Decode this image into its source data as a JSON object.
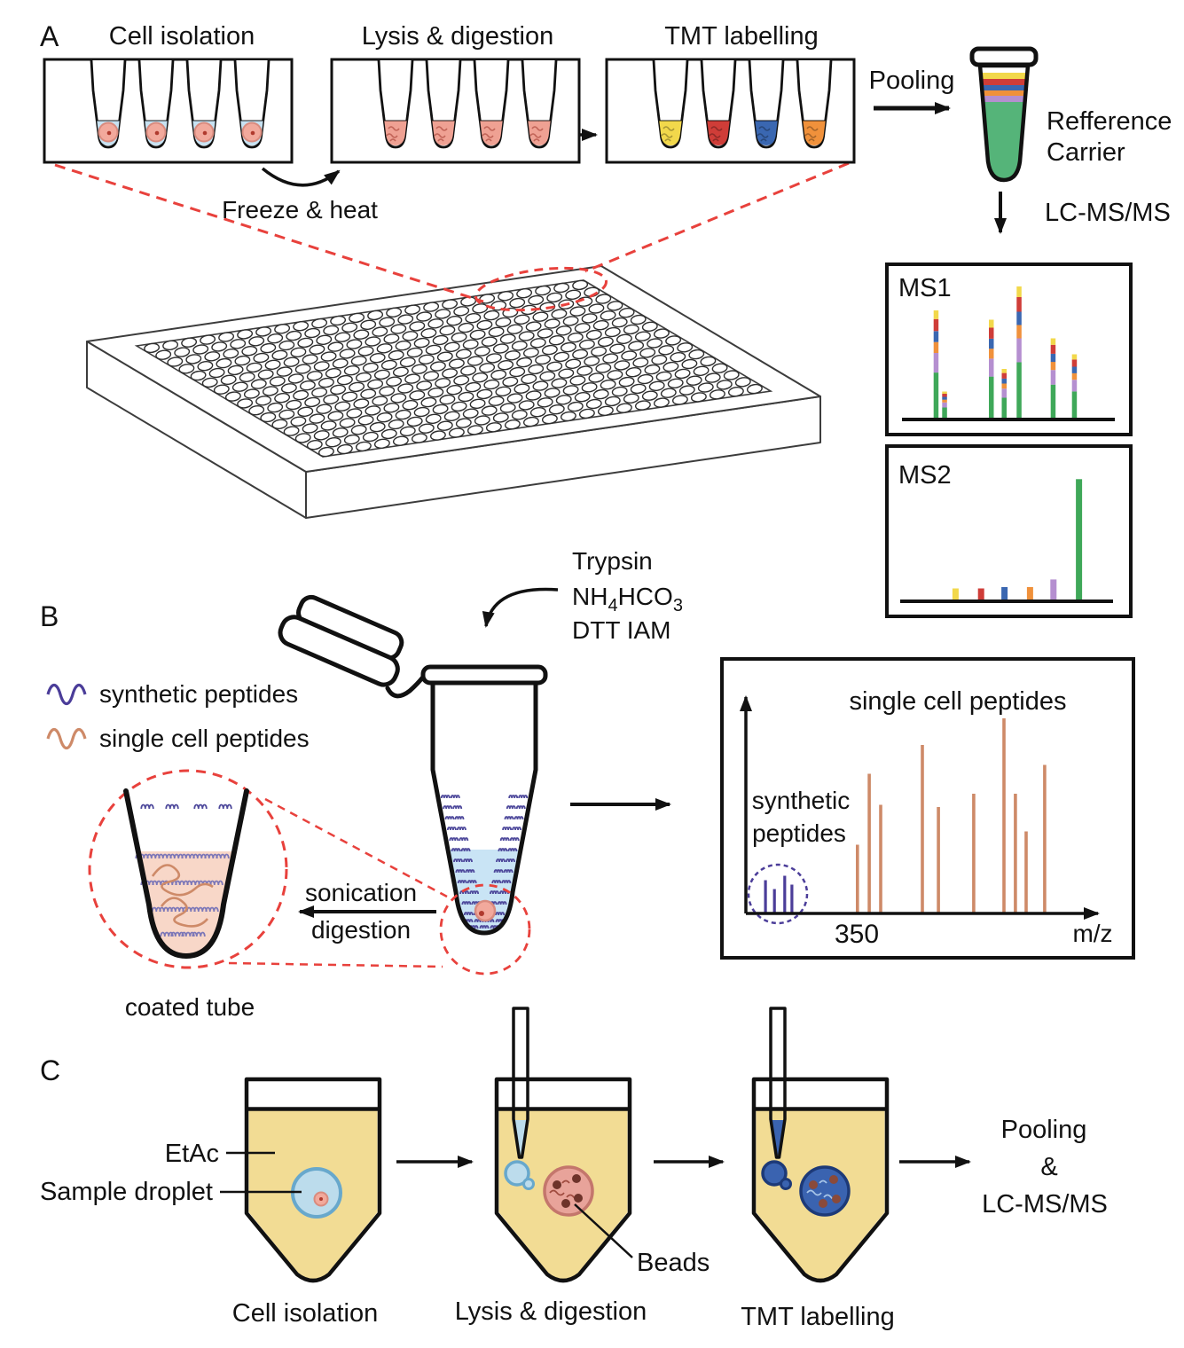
{
  "figure": {
    "type": "single-cell proteomics workflow diagram",
    "background": "#ffffff"
  },
  "panelA": {
    "label": "A",
    "strips": [
      {
        "title": "Cell isolation",
        "tube_fills": [
          "#c7e2f2",
          "#c7e2f2",
          "#c7e2f2",
          "#c7e2f2"
        ],
        "content": "cell"
      },
      {
        "title": "Lysis & digestion",
        "tube_fills": [
          "#efa193",
          "#efa193",
          "#efa193",
          "#efa193"
        ],
        "content": "lysate"
      },
      {
        "title": "TMT labelling",
        "tube_fills": [
          "#f2d84b",
          "#cf3d38",
          "#3a67b1",
          "#f0913b"
        ],
        "content": "lysate"
      }
    ],
    "freeze_heat": "Freeze & heat",
    "pooling": "Pooling",
    "reference_label": "Refference",
    "carrier_label": "Carrier",
    "lcmsms": "LC-MS/MS",
    "colors": {
      "reference": "#b98fd6",
      "carrier": "#3fab55",
      "carrier_fill": "#55b479",
      "red_callout": "#e8413c",
      "pooled_layers": [
        "#f2d84b",
        "#cf3d38",
        "#3a67b1",
        "#f0913b",
        "#b58fd0",
        "#55b479"
      ]
    }
  },
  "panelB": {
    "label": "B",
    "reagent_line1": "Trypsin",
    "nh4hco3_parts": [
      "NH",
      "4",
      "HCO",
      "3"
    ],
    "reagent_line3": "DTT IAM",
    "legend": [
      {
        "label": "synthetic peptides",
        "color": "#4b3d99"
      },
      {
        "label": "single cell peptides",
        "color": "#ce8a68"
      }
    ],
    "sonication": "sonication",
    "digestion": "digestion",
    "coated_tube": "coated tube",
    "colors": {
      "coating_coil": "#4f4a9c",
      "coil_in_liquid": "#7d78b8",
      "tube_liquid": "#c9e4f5",
      "coated_liquid": "#f8d7c8",
      "cell_fill": "#f2a99c",
      "cell_stroke": "#d98b7e"
    }
  },
  "panelC": {
    "label": "C",
    "etac_label": "EtAc",
    "sample_droplet_label": "Sample droplet",
    "beads_label": "Beads",
    "step_labels": [
      "Cell isolation",
      "Lysis & digestion",
      "TMT labelling"
    ],
    "pooling_line1": "Pooling",
    "pooling_line2": "&",
    "pooling_line3": "LC-MS/MS",
    "colors": {
      "etac": "#f2dc94",
      "droplet_fill": "#bcdcec",
      "droplet_stroke": "#68a8cc",
      "beads_circle_fill": "#e8a39a",
      "beads_circle_stroke": "#c4766c",
      "bead": "#6e332a",
      "tmt_circle_fill": "#3a63b0",
      "tmt_circle_stroke": "#1d3a78",
      "cell_fill": "#f2a99c"
    }
  },
  "chart_data": [
    {
      "id": "ms1",
      "type": "bar",
      "title": "MS1",
      "stacked": true,
      "xlabel": "",
      "ylabel": "",
      "x_frac": [
        0.16,
        0.2,
        0.42,
        0.48,
        0.55,
        0.71,
        0.81
      ],
      "total_rel": [
        0.82,
        0.21,
        0.75,
        0.38,
        1.0,
        0.61,
        0.49
      ],
      "segment_order_bottom_to_top": [
        "carrier",
        "reference",
        "tmt-orange",
        "tmt-blue",
        "tmt-red",
        "tmt-yellow"
      ],
      "segment_fractions": [
        0.43,
        0.18,
        0.1,
        0.1,
        0.11,
        0.08
      ],
      "segment_colors": [
        "#3fa859",
        "#b58fd0",
        "#f0913b",
        "#3a67b1",
        "#cf3d38",
        "#f2d84b"
      ],
      "grid": false,
      "legend_position": "none"
    },
    {
      "id": "ms2",
      "type": "bar",
      "title": "MS2",
      "xlabel": "",
      "ylabel": "",
      "x_frac": [
        0.26,
        0.38,
        0.49,
        0.61,
        0.72,
        0.84
      ],
      "heights_rel": [
        0.1,
        0.1,
        0.11,
        0.11,
        0.17,
        0.95
      ],
      "colors": [
        "#f2d84b",
        "#cf3d38",
        "#3a67b1",
        "#f0913b",
        "#b58fd0",
        "#3fa859"
      ],
      "grid": false,
      "legend_position": "none"
    },
    {
      "id": "b-spectrum",
      "type": "stick",
      "title": "single cell peptides",
      "xlabel": "m/z",
      "x_tick_label": "350",
      "annotation_line1": "synthetic",
      "annotation_line2": "peptides",
      "series": [
        {
          "name": "synthetic peptides",
          "color": "#4b3d99",
          "x_frac": [
            0.055,
            0.08,
            0.109,
            0.129
          ],
          "heights_rel": [
            0.15,
            0.11,
            0.17,
            0.13
          ]
        },
        {
          "name": "single cell peptides",
          "color": "#ce8a68",
          "x_frac": [
            0.313,
            0.346,
            0.378,
            0.495,
            0.54,
            0.639,
            0.724,
            0.756,
            0.786,
            0.838
          ],
          "heights_rel": [
            0.31,
            0.63,
            0.49,
            0.76,
            0.48,
            0.54,
            0.88,
            0.54,
            0.37,
            0.67
          ]
        }
      ],
      "grid": false,
      "legend_position": "none"
    }
  ]
}
